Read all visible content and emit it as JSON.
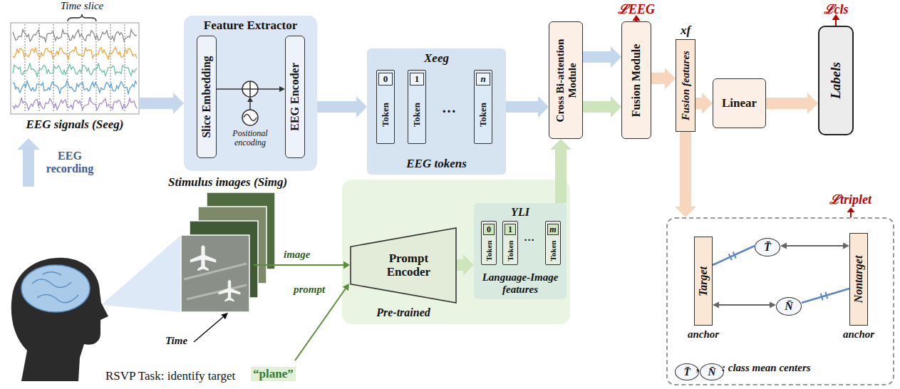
{
  "diagram": {
    "nodes": [
      {
        "text": [
          "EEG signals (Seeg)"
        ]
      },
      {
        "text": [
          "Feature Extractor"
        ]
      },
      {
        "text": [
          "Slice Embedding"
        ],
        "in": 1
      },
      {
        "text": [
          "EEG Encoder"
        ],
        "in": 1
      },
      {
        "text": [
          "Xeeg",
          "EEG tokens"
        ]
      },
      {
        "text": [
          "0",
          "Token"
        ],
        "in": 4
      },
      {
        "text": [
          "1",
          "Token"
        ],
        "in": 4
      },
      {
        "text": [
          "n",
          "Token"
        ],
        "in": 4
      },
      {
        "text": [
          "Cross Bi-attention Module"
        ]
      },
      {
        "text": [
          "Fusion Module"
        ]
      },
      {
        "text": [
          "xf",
          "Fusion features"
        ]
      },
      {
        "text": [
          "Linear"
        ]
      },
      {
        "text": [
          "Labels"
        ]
      },
      {
        "text": [
          "Prompt Encoder",
          "Pre-trained"
        ]
      },
      {
        "text": [
          "YLI",
          "Language-Image features"
        ]
      },
      {
        "text": [
          "0",
          "Token"
        ],
        "in": 14
      },
      {
        "text": [
          "1",
          "Token"
        ],
        "in": 14
      },
      {
        "text": [
          "m",
          "Token"
        ],
        "in": 14
      },
      {
        "text": [
          "ℒtriplet"
        ]
      },
      {
        "text": [
          "Target",
          "anchor"
        ],
        "in": 18
      },
      {
        "text": [
          "Nontarget",
          "anchor"
        ],
        "in": 18
      },
      {
        "text": [
          "T̄"
        ],
        "in": 18
      },
      {
        "text": [
          "N̄"
        ],
        "in": 18
      },
      {
        "text": [
          "T̄"
        ],
        "in": 18
      },
      {
        "text": [
          "N̄"
        ],
        "in": 18
      }
    ],
    "edges": [
      {
        "from": 0,
        "to": 1,
        "arrow": "to"
      },
      {
        "from": 2,
        "to": 3,
        "arrow": "to"
      },
      {
        "from": 1,
        "to": 4,
        "arrow": "to"
      },
      {
        "from": 4,
        "to": 8,
        "arrow": "to"
      },
      {
        "from": 8,
        "to": 9,
        "arrow": "to"
      },
      {
        "from": 8,
        "to": 9,
        "arrow": "to"
      },
      {
        "from": 9,
        "to": 10,
        "arrow": "to"
      },
      {
        "from": 10,
        "to": 11,
        "arrow": "to"
      },
      {
        "from": 11,
        "to": 12,
        "arrow": "to"
      },
      {
        "from": 10,
        "to": 18,
        "arrow": "to"
      },
      {
        "from": 13,
        "to": 14,
        "arrow": "to"
      },
      {
        "from": 14,
        "to": 8,
        "arrow": "to"
      },
      {
        "from": 19,
        "to": 21,
        "arrow": "none"
      },
      {
        "from": 21,
        "to": 20,
        "arrow": "both"
      },
      {
        "from": 19,
        "to": 22,
        "arrow": "both"
      },
      {
        "from": 22,
        "to": 20,
        "arrow": "none"
      }
    ],
    "labels": [
      "Time slice",
      "EEG recording",
      "Stimulus images (Simg)",
      "Time",
      "RSVP Task: identify target",
      "“plane”",
      "Positional encoding",
      "…",
      "…",
      "ℒEEG",
      "ℒcls",
      "image",
      "prompt",
      ","
    ],
    "legend": [
      {
        "text": ": class mean centers"
      }
    ]
  }
}
